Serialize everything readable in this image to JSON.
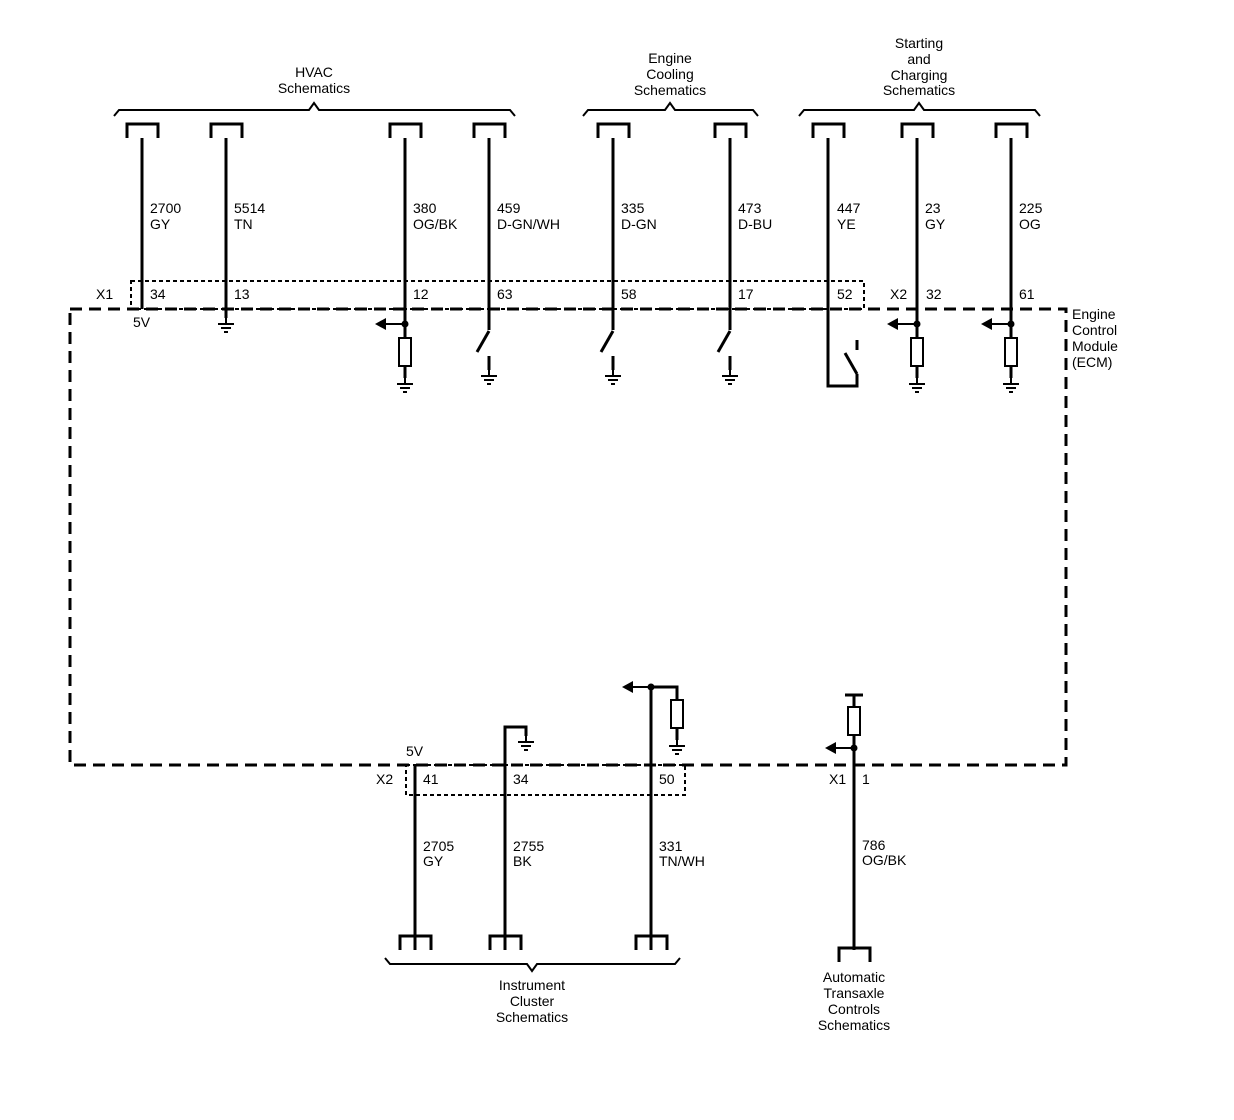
{
  "groups": {
    "hvac": [
      "HVAC",
      "Schematics"
    ],
    "engine_cooling": [
      "Engine",
      "Cooling",
      "Schematics"
    ],
    "starting_charging": [
      "Starting",
      "and",
      "Charging",
      "Schematics"
    ],
    "instrument_cluster": [
      "Instrument",
      "Cluster",
      "Schematics"
    ],
    "automatic_transaxle": [
      "Automatic",
      "Transaxle",
      "Controls",
      "Schematics"
    ]
  },
  "module": [
    "Engine",
    "Control",
    "Module",
    "(ECM)"
  ],
  "connectors": {
    "x1": "X1",
    "x2": "X2"
  },
  "reference_5v": "5V",
  "circuits": [
    {
      "id": "2700",
      "color": "GY",
      "pin": "34"
    },
    {
      "id": "5514",
      "color": "TN",
      "pin": "13"
    },
    {
      "id": "380",
      "color": "OG/BK",
      "pin": "12"
    },
    {
      "id": "459",
      "color": "D-GN/WH",
      "pin": "63"
    },
    {
      "id": "335",
      "color": "D-GN",
      "pin": "58"
    },
    {
      "id": "473",
      "color": "D-BU",
      "pin": "17"
    },
    {
      "id": "447",
      "color": "YE",
      "pin": "52"
    },
    {
      "id": "23",
      "color": "GY",
      "pin": "32"
    },
    {
      "id": "225",
      "color": "OG",
      "pin": "61"
    },
    {
      "id": "2705",
      "color": "GY",
      "pin": "41"
    },
    {
      "id": "2755",
      "color": "BK",
      "pin": "34"
    },
    {
      "id": "331",
      "color": "TN/WH",
      "pin": "50"
    },
    {
      "id": "786",
      "color": "OG/BK",
      "pin": "1"
    }
  ]
}
